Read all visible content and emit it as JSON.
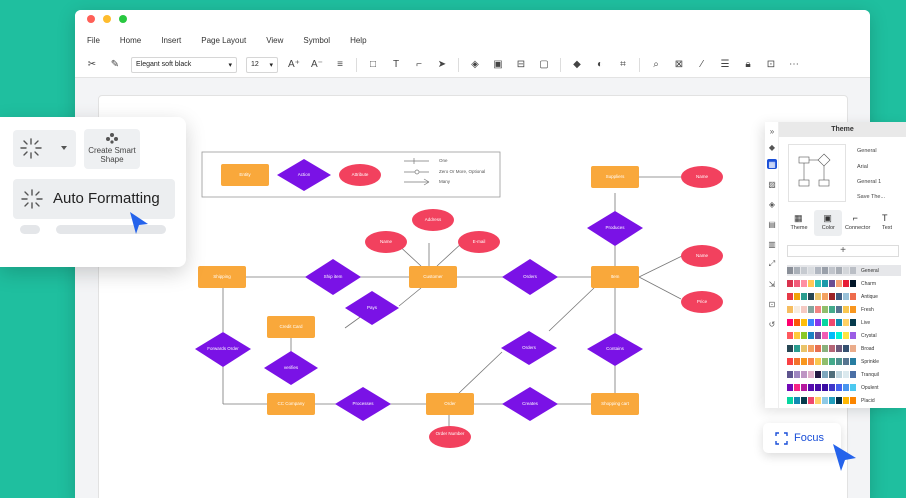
{
  "menu": [
    "File",
    "Home",
    "Insert",
    "Page Layout",
    "View",
    "Symbol",
    "Help"
  ],
  "toolbar": {
    "font": "Elegant soft black",
    "font_size": "12"
  },
  "float_panel": {
    "create_smart_shape": "Create Smart Shape",
    "auto_formatting": "Auto Formatting"
  },
  "legend": {
    "entity": "Entity",
    "relationship": "Action",
    "attribute": "Attribute",
    "one": "One",
    "zero_or_more": "Zero Or More, Optional",
    "many": "Many"
  },
  "diagram": {
    "customer": "Customer",
    "customer_name": "Name",
    "customer_address": "Address",
    "customer_email": "E-mail",
    "shipping": "Shipping",
    "ship_item": "Ship item",
    "pays": "Pays",
    "credit_card": "Credit Card",
    "verifies": "verifies",
    "forwards_order": "Forwards Order",
    "cc_company": "CC Company",
    "processes": "Processes",
    "order": "Order",
    "order_number": "Order Number",
    "creates": "Creates",
    "shopping_cart": "Shopping cart",
    "orders_top": "Orders",
    "orders_mid": "Orders",
    "item": "Item",
    "item_name": "Name",
    "item_price": "Price",
    "contains": "Contains",
    "supplier": "Suppliers",
    "supplier_name": "Name",
    "produces": "Produces"
  },
  "theme_panel": {
    "title": "Theme",
    "styles": [
      "General",
      "Arial",
      "General 1",
      "Save The..."
    ],
    "tabs": [
      "Theme",
      "Color",
      "Connector",
      "Text"
    ],
    "active_tab": "Color",
    "add": "+",
    "palettes": [
      {
        "name": "General",
        "colors": [
          "#8a8f98",
          "#aab0b8",
          "#c6cad0",
          "#d9dce0",
          "#b0b6c0",
          "#9aa0aa",
          "#c0c4cb",
          "#a8adb5",
          "#d3d6da",
          "#babec5"
        ]
      },
      {
        "name": "Charm",
        "colors": [
          "#d9334e",
          "#f25c7a",
          "#ff8fa3",
          "#ffc857",
          "#2ec4b6",
          "#1b9aaa",
          "#6a4c93",
          "#f7a072",
          "#e71d36",
          "#011627"
        ]
      },
      {
        "name": "Antique",
        "colors": [
          "#e63946",
          "#f1a208",
          "#2a9d8f",
          "#264653",
          "#e9c46a",
          "#f4a261",
          "#9b2226",
          "#3d5a80",
          "#98c1d9",
          "#ee6c4d"
        ]
      },
      {
        "name": "Fresh",
        "colors": [
          "#f6bd60",
          "#f7ede2",
          "#f5cac3",
          "#84a59d",
          "#f28482",
          "#90be6d",
          "#43aa8b",
          "#577590",
          "#f9c74f",
          "#f8961e"
        ]
      },
      {
        "name": "Live",
        "colors": [
          "#ff006e",
          "#fb5607",
          "#ffbe0b",
          "#3a86ff",
          "#8338ec",
          "#06d6a0",
          "#ef476f",
          "#118ab2",
          "#ffd166",
          "#073b4c"
        ]
      },
      {
        "name": "Crystal",
        "colors": [
          "#ff595e",
          "#ffca3a",
          "#8ac926",
          "#1982c4",
          "#6a4c93",
          "#f15bb5",
          "#00bbf9",
          "#00f5d4",
          "#fee440",
          "#9b5de5"
        ]
      },
      {
        "name": "Broad",
        "colors": [
          "#264653",
          "#2a9d8f",
          "#e9c46a",
          "#f4a261",
          "#e76f51",
          "#8ab17d",
          "#b56576",
          "#6d597a",
          "#355070",
          "#eaac8b"
        ]
      },
      {
        "name": "Sprinkle",
        "colors": [
          "#f94144",
          "#f3722c",
          "#f8961e",
          "#f9844a",
          "#f9c74f",
          "#90be6d",
          "#43aa8b",
          "#4d908e",
          "#577590",
          "#277da1"
        ]
      },
      {
        "name": "Tranquil",
        "colors": [
          "#5e548e",
          "#9f86c0",
          "#be95c4",
          "#e0b1cb",
          "#231942",
          "#7ea8be",
          "#4f6d7a",
          "#c0d6df",
          "#dbe9ee",
          "#4a6fa5"
        ]
      },
      {
        "name": "Opulent",
        "colors": [
          "#7209b7",
          "#f72585",
          "#b5179e",
          "#560bad",
          "#480ca8",
          "#3a0ca3",
          "#3f37c9",
          "#4361ee",
          "#4895ef",
          "#4cc9f0"
        ]
      },
      {
        "name": "Placid",
        "colors": [
          "#06d6a0",
          "#118ab2",
          "#073b4c",
          "#ef476f",
          "#ffd166",
          "#8ecae6",
          "#219ebc",
          "#023047",
          "#ffb703",
          "#fb8500"
        ]
      }
    ]
  },
  "focus": {
    "label": "Focus"
  },
  "colors": {
    "background": "#1fbf9f",
    "entity": "#f9a83b",
    "relationship": "#7a12e6",
    "attribute": "#f2415e",
    "accent": "#1a4fd8"
  }
}
